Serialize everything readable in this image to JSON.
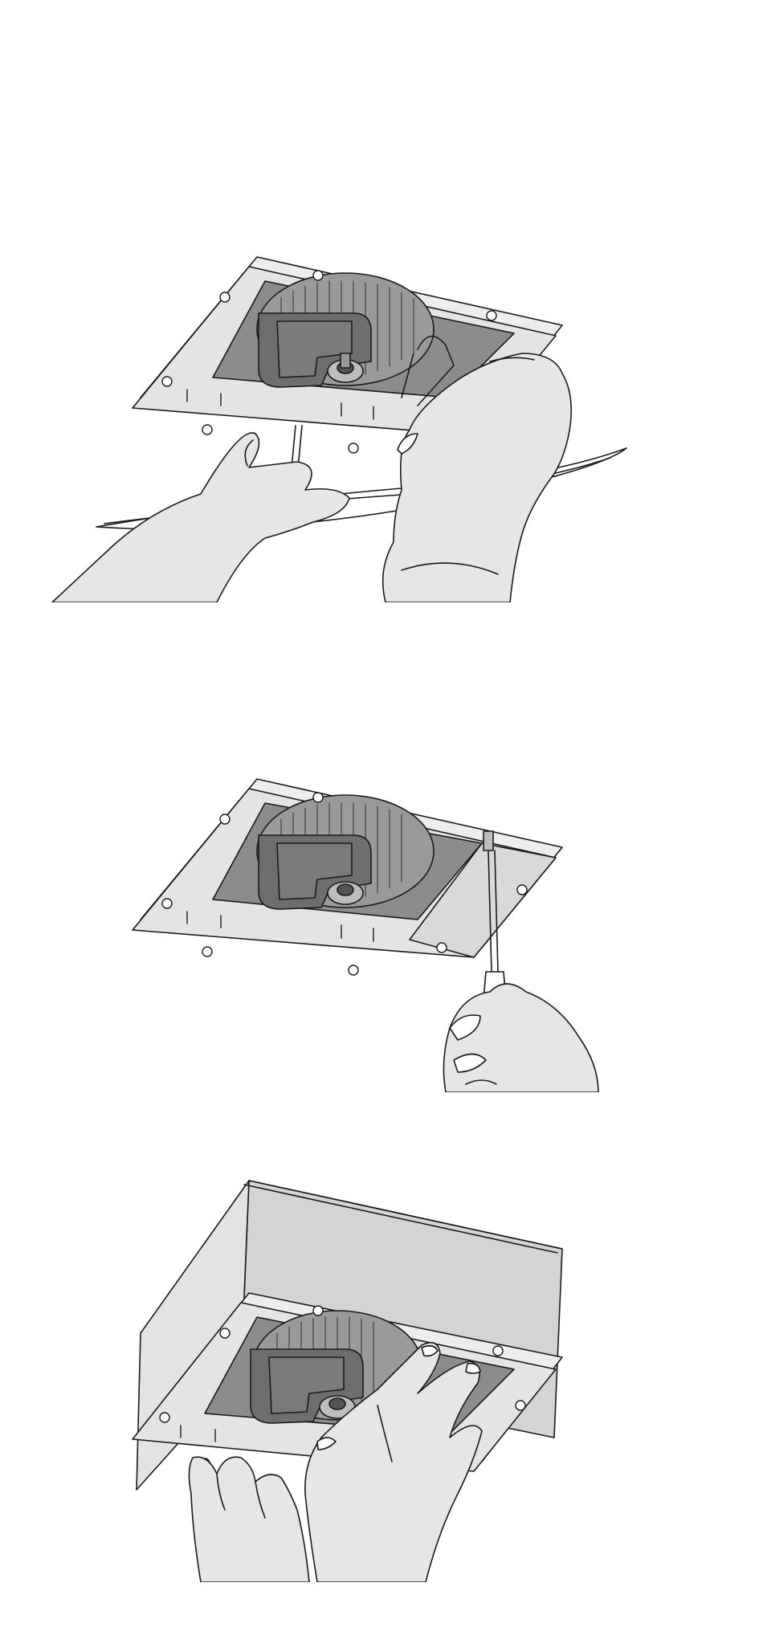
{
  "colors": {
    "ink": "#1a1a1a",
    "panel_light": "#ededed",
    "panel_mid": "#d9d9d9",
    "fan_dark": "#8c8c8c",
    "motor_dark": "#6e6e6e",
    "skin": "#e6e6e7",
    "housing": "#d4d4d4",
    "white": "#ffffff"
  },
  "steps": [
    {
      "id": "step-1",
      "icons": [
        "fan-housing-icon",
        "spring-clip-icon",
        "grille-cover-icon",
        "left-hand-icon",
        "right-hand-icon"
      ]
    },
    {
      "id": "step-2",
      "icons": [
        "fan-housing-icon",
        "screwdriver-icon",
        "hand-icon"
      ]
    },
    {
      "id": "step-3",
      "icons": [
        "duct-box-icon",
        "fan-housing-icon",
        "left-hand-icon",
        "right-hand-icon"
      ]
    }
  ]
}
